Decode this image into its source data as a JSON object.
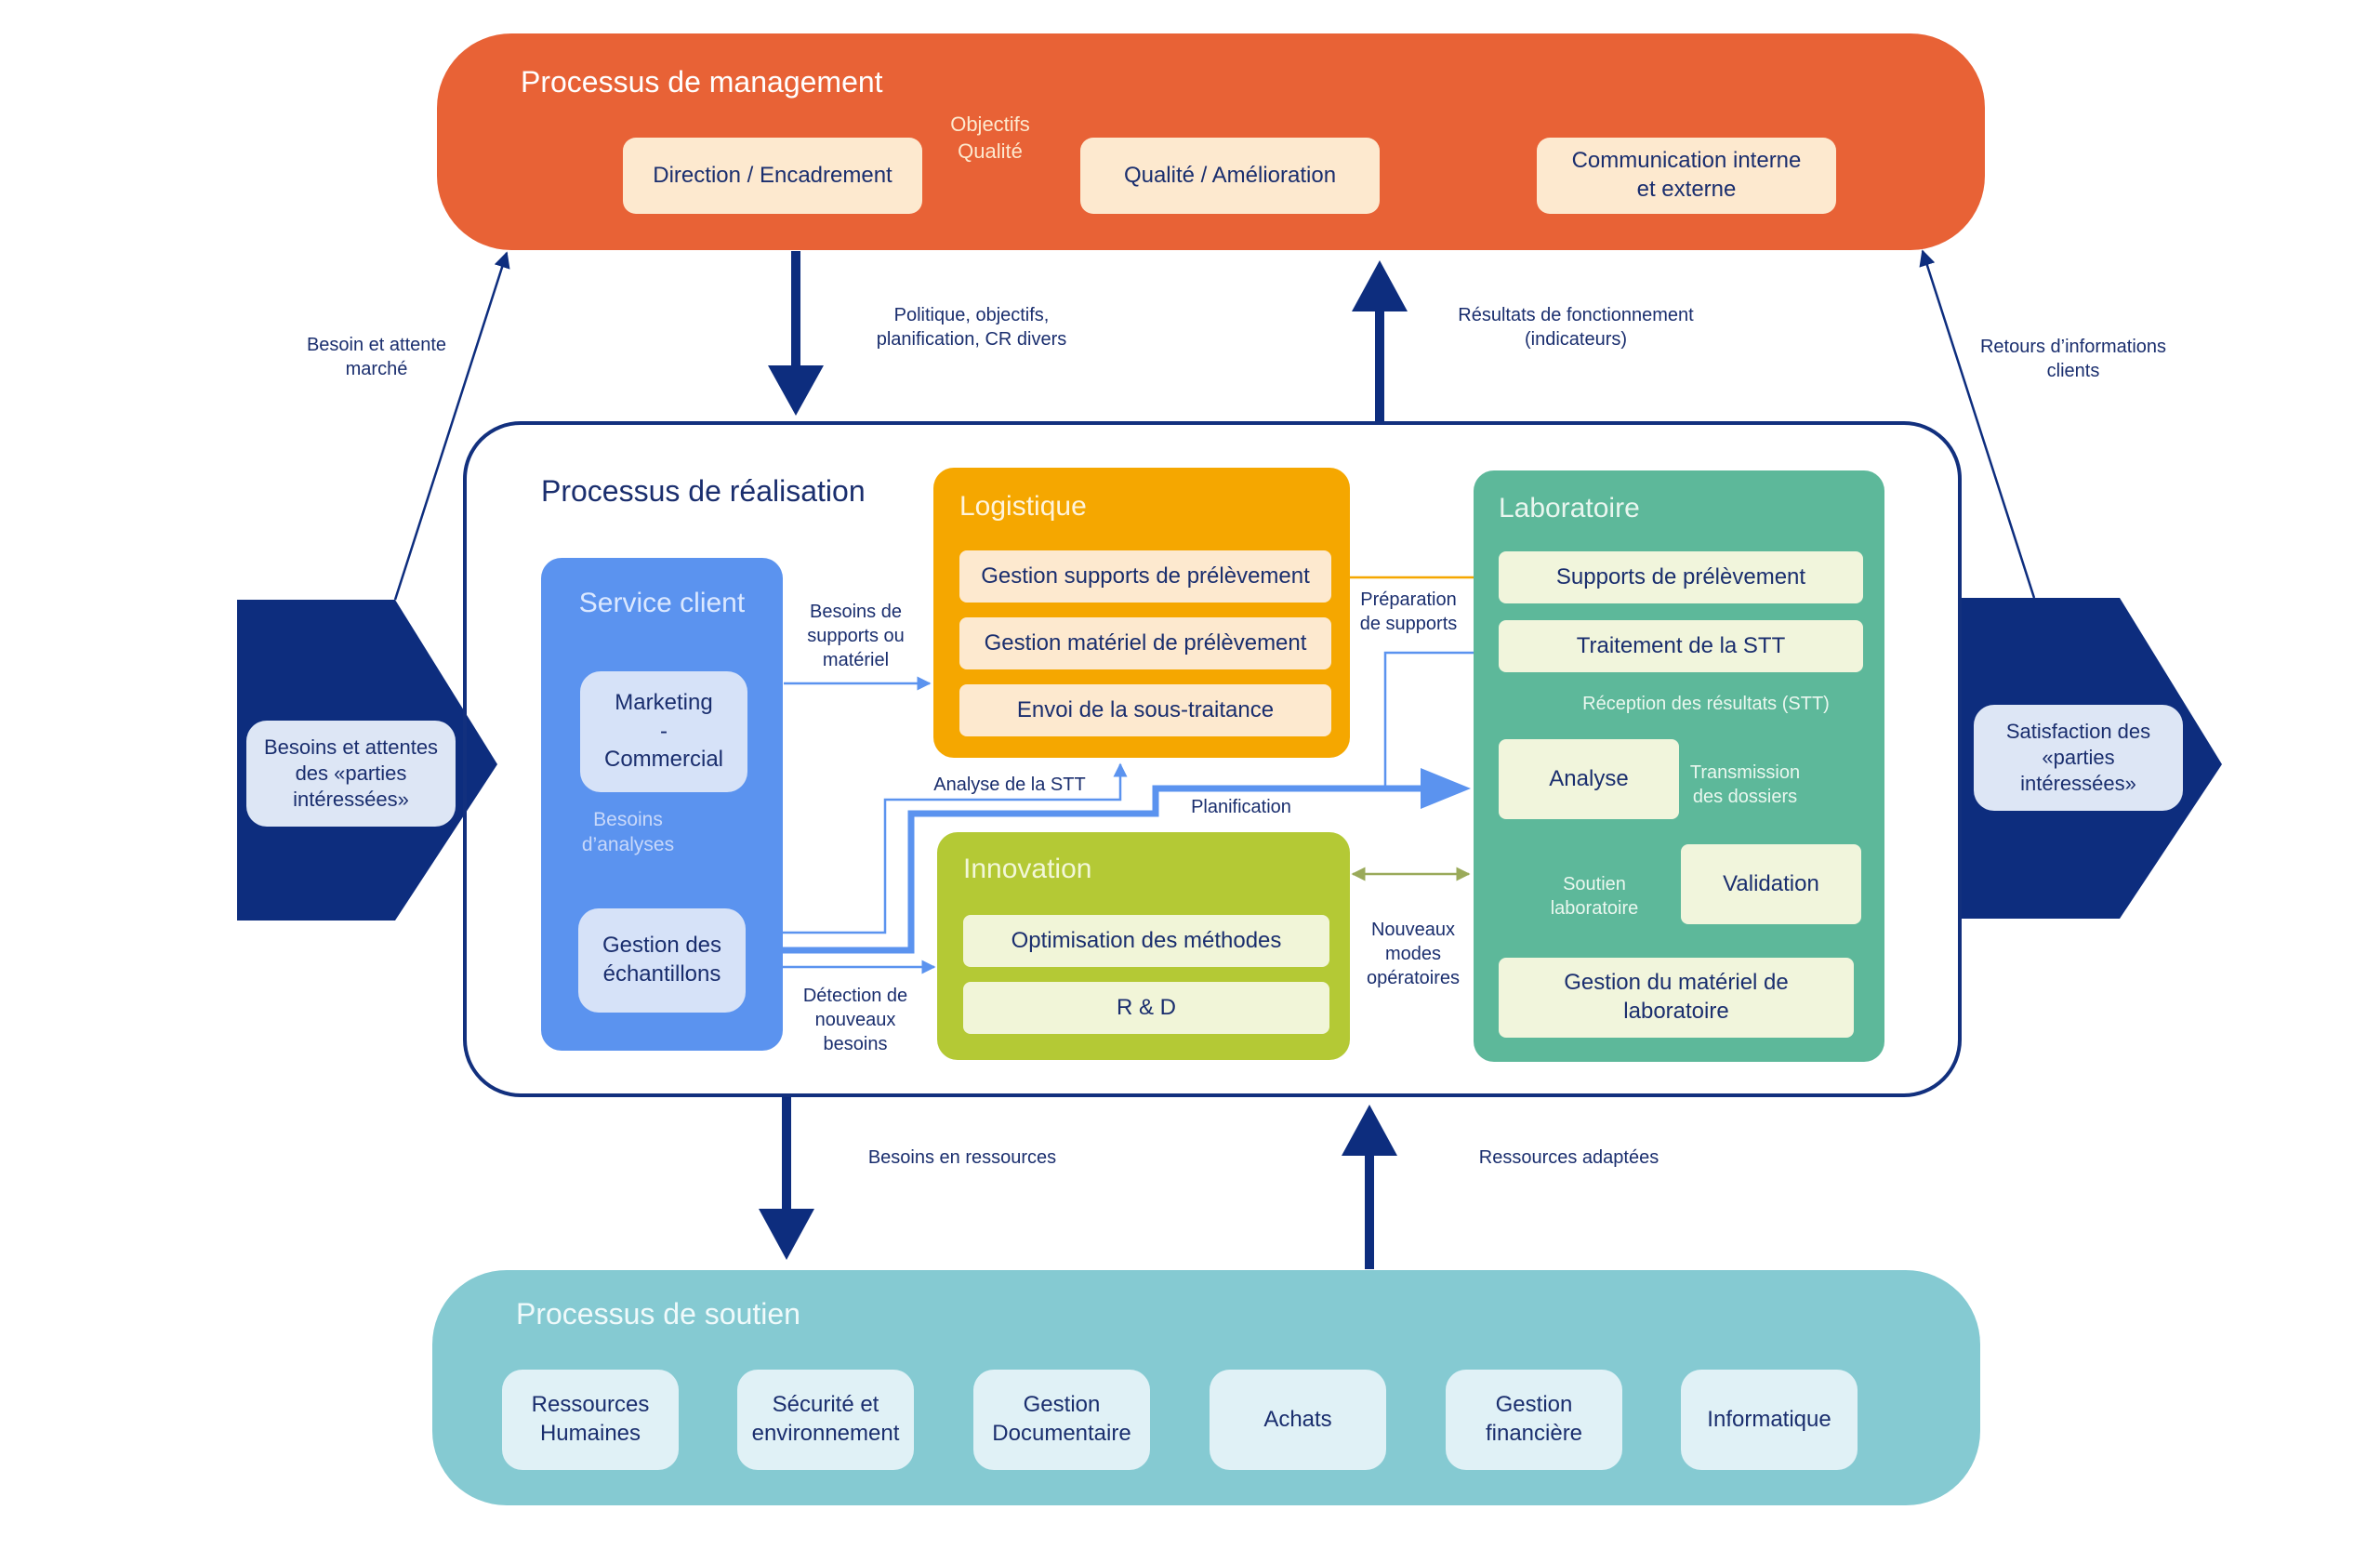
{
  "colors": {
    "navy": "#0d2d7e",
    "management": "#e86236",
    "management_box": "#fde9cf",
    "realisation_border": "#12307e",
    "service_client": "#5b93ef",
    "logistique": "#f5a700",
    "innovation": "#b4c935",
    "laboratoire": "#5db89a",
    "soutien": "#85cad2",
    "soutien_box": "#e0f1f6"
  },
  "management": {
    "title": "Processus de management",
    "direction": "Direction / Encadrement",
    "objectifs": "Objectifs\nQualité",
    "qualite": "Qualité / Amélioration",
    "communication": "Communication interne\net externe"
  },
  "flows": {
    "politique": "Politique, objectifs,\nplanification, CR divers",
    "resultats": "Résultats de fonctionnement\n(indicateurs)",
    "besoin_marche": "Besoin et attente\nmarché",
    "retours_clients": "Retours d’informations\nclients",
    "besoins_ressources": "Besoins en ressources",
    "ressources_adaptees": "Ressources adaptées"
  },
  "inputs": {
    "left": "Besoins et attentes\ndes «parties\nintéressées»",
    "right": "Satisfaction des\n«parties intéressées»"
  },
  "realisation": {
    "title": "Processus de réalisation",
    "service_client": {
      "title": "Service client",
      "marketing": "Marketing\n-\nCommercial",
      "besoins_analyses": "Besoins\nd’analyses",
      "gestion_echantillons": "Gestion des\néchantillons"
    },
    "logistique": {
      "title": "Logistique",
      "items": [
        "Gestion supports de prélèvement",
        "Gestion matériel de prélèvement",
        "Envoi de la sous-traitance"
      ]
    },
    "innovation": {
      "title": "Innovation",
      "items": [
        "Optimisation des méthodes",
        "R & D"
      ]
    },
    "laboratoire": {
      "title": "Laboratoire",
      "supports": "Supports de prélèvement",
      "traitement": "Traitement de la STT",
      "reception": "Réception des résultats (STT)",
      "analyse": "Analyse",
      "transmission": "Transmission\ndes dossiers",
      "validation": "Validation",
      "soutien_labo": "Soutien\nlaboratoire",
      "gestion_materiel": "Gestion du matériel de\nlaboratoire"
    },
    "labels": {
      "besoins_supports": "Besoins de\nsupports ou\nmatériel",
      "preparation": "Préparation\nde supports",
      "analyse_stt": "Analyse de la STT",
      "planification": "Planification",
      "detection": "Détection de\nnouveaux\nbesoins",
      "nouveaux_modes": "Nouveaux\nmodes\nopératoires"
    }
  },
  "soutien": {
    "title": "Processus de soutien",
    "items": [
      "Ressources\nHumaines",
      "Sécurité et\nenvironnement",
      "Gestion\nDocumentaire",
      "Achats",
      "Gestion\nfinancière",
      "Informatique"
    ]
  }
}
